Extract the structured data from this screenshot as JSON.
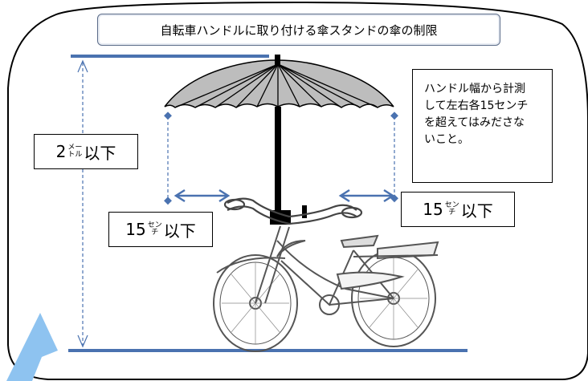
{
  "title": "自転車ハンドルに取り付ける傘スタンドの傘の制限",
  "height_limit": {
    "number": "2",
    "unit_top": "メー",
    "unit_bottom": "トル",
    "suffix": "以下"
  },
  "left_width_limit": {
    "number": "15",
    "unit_top": "セン",
    "unit_bottom": "チ",
    "suffix": "以下"
  },
  "right_width_limit": {
    "number": "15",
    "unit_top": "セン",
    "unit_bottom": "チ",
    "suffix": "以下"
  },
  "note": "ハンドル幅から計測\nして左右各15センチ\nを超えてはみださな\nいこと。",
  "colors": {
    "dimension_line": "#4a72b0",
    "dashed_guide": "#4a72b0",
    "arrow_fill": "#8ec3f0",
    "umbrella_fill": "#bdbdbd",
    "frame": "#000000"
  }
}
